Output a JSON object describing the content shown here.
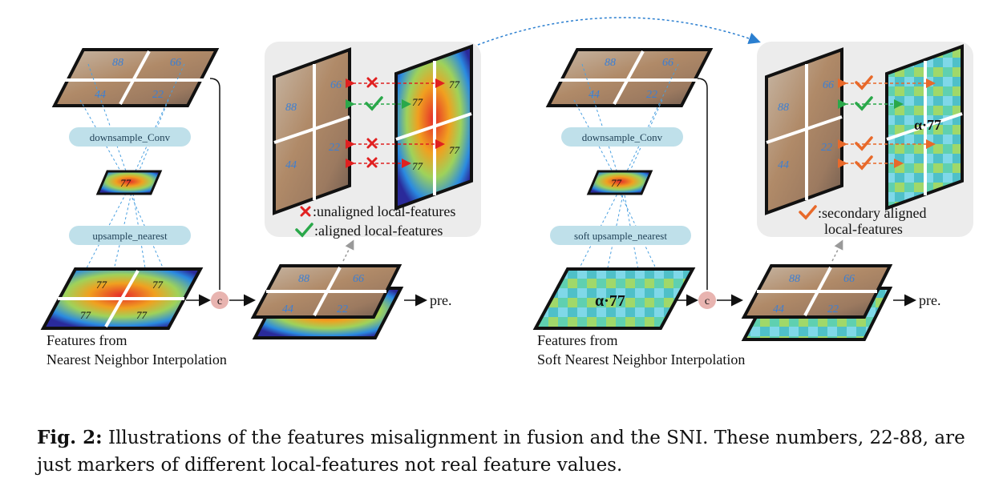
{
  "left": {
    "pill_top": "downsample_Conv",
    "pill_bottom": "upsample_nearest",
    "features_label_line1": "Features from",
    "features_label_line2": "Nearest Neighbor Interpolation",
    "concat_symbol": "c",
    "output": "pre.",
    "legend_unaligned": ":unaligned local-features",
    "legend_aligned": ":aligned local-features",
    "markers": [
      "88",
      "66",
      "44",
      "22",
      "77"
    ]
  },
  "right": {
    "pill_top": "downsample_Conv",
    "pill_bottom": "soft upsample_nearest",
    "features_label_line1": "Features from",
    "features_label_line2": "Soft Nearest Neighbor Interpolation",
    "concat_symbol": "c",
    "output": "pre.",
    "legend_secondary_line1": ":secondary aligned",
    "legend_secondary_line2": "local-features",
    "soft_marker": "α·77"
  },
  "caption": {
    "label": "Fig. 2:",
    "text": "Illustrations of the features misalignment in fusion and the SNI. These numbers, 22-88, are just markers of different local-features not real feature values."
  },
  "colors": {
    "pill_fill": "#bfe0ea",
    "panel_fill": "#ececec",
    "concat_fill": "#e8b4b0",
    "red_cross": "#e02020",
    "green_check": "#2aa84a",
    "orange_check": "#e8692a",
    "arc_blue": "#2b7fd0"
  }
}
